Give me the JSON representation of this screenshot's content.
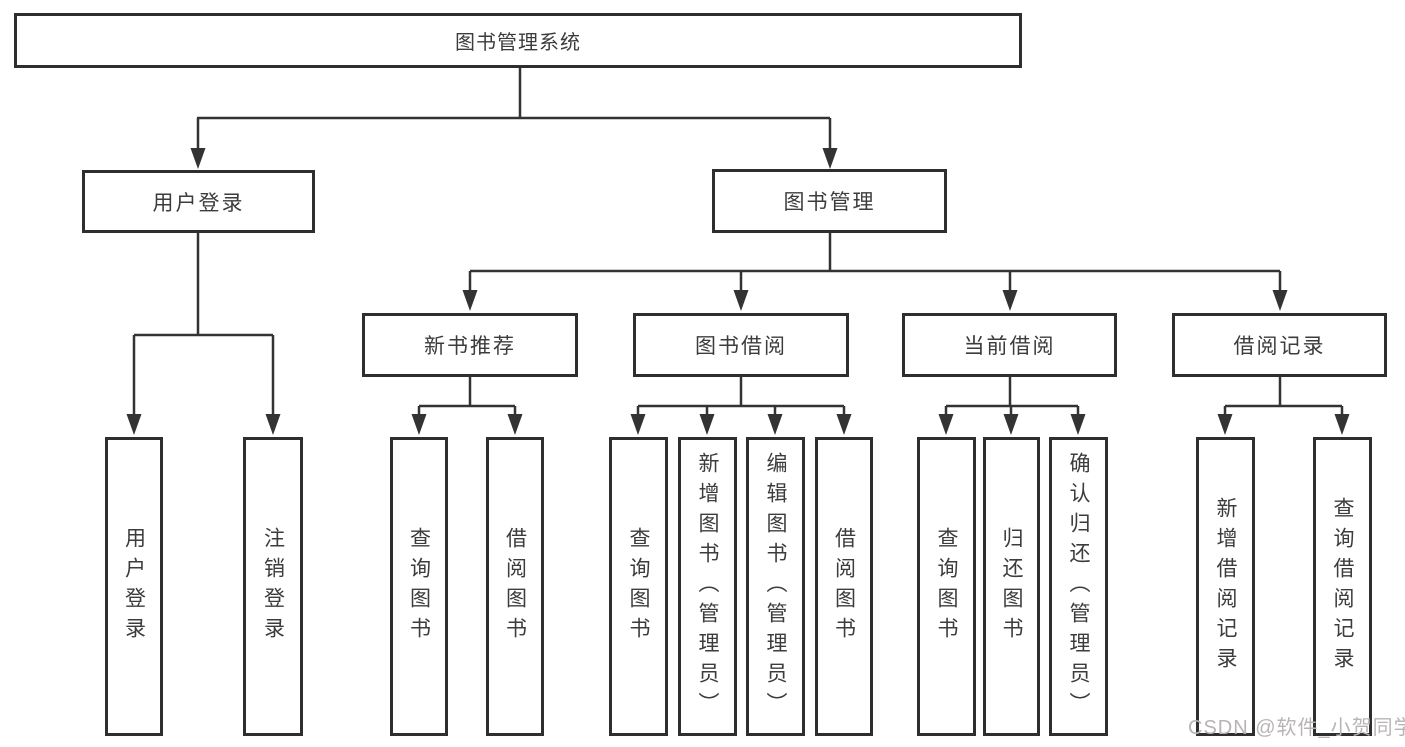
{
  "diagram": {
    "root": {
      "label": "图书管理系统"
    },
    "branches": [
      {
        "label": "用户登录",
        "children": [
          {
            "label": "用户登录"
          },
          {
            "label": "注销登录"
          }
        ]
      },
      {
        "label": "图书管理",
        "children": [
          {
            "label": "新书推荐",
            "children": [
              {
                "label": "查询图书"
              },
              {
                "label": "借阅图书"
              }
            ]
          },
          {
            "label": "图书借阅",
            "children": [
              {
                "label": "查询图书"
              },
              {
                "label": "新增图书（管理员）"
              },
              {
                "label": "编辑图书（管理员）"
              },
              {
                "label": "借阅图书"
              }
            ]
          },
          {
            "label": "当前借阅",
            "children": [
              {
                "label": "查询图书"
              },
              {
                "label": "归还图书"
              },
              {
                "label": "确认归还（管理员）"
              }
            ]
          },
          {
            "label": "借阅记录",
            "children": [
              {
                "label": "新增借阅记录"
              },
              {
                "label": "查询借阅记录"
              }
            ]
          }
        ]
      }
    ]
  },
  "watermark": {
    "text": "CSDN @软件_小贺同学"
  },
  "colors": {
    "line": "#333333",
    "border": "#2e2e2e",
    "text": "#3c3c3c",
    "background": "#ffffff",
    "watermark": "#b9b4b4"
  }
}
